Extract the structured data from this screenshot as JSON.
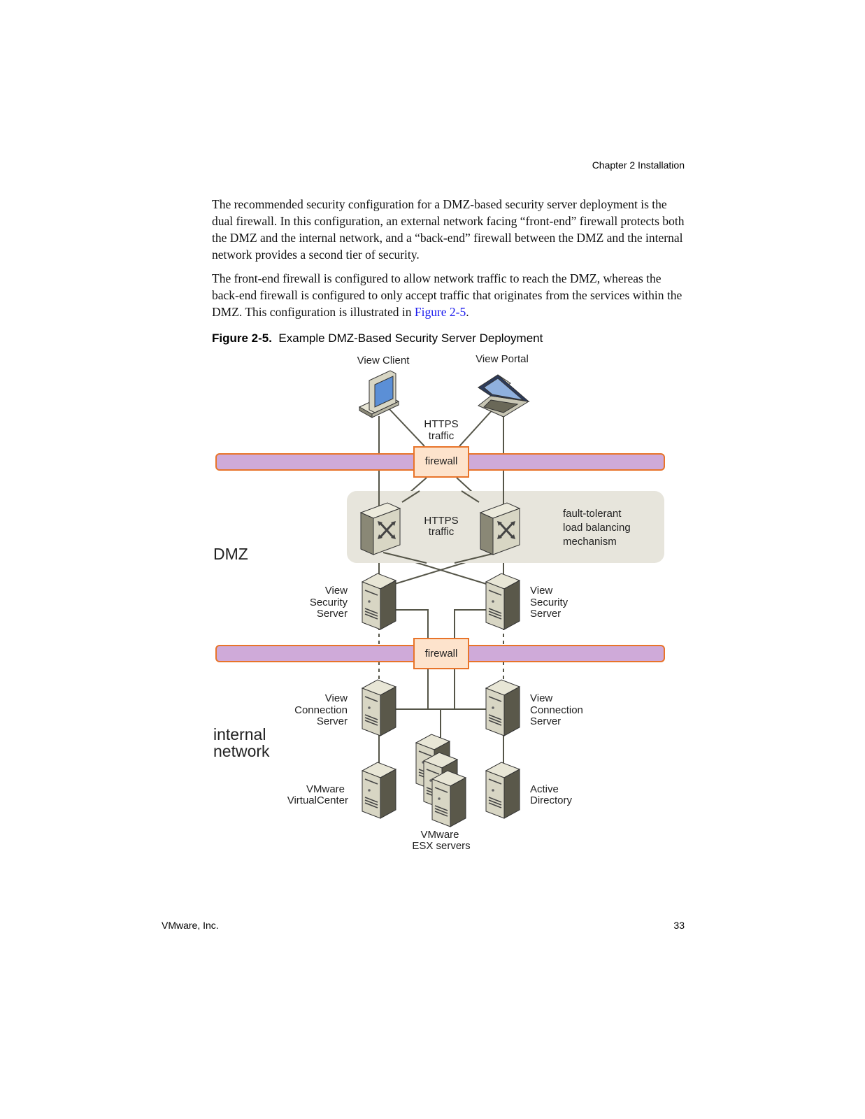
{
  "header": {
    "chapter": "Chapter 2  Installation"
  },
  "body": {
    "paragraph_1": "The recommended security configuration for a DMZ-based security server deployment is the dual firewall. In this configuration, an external network facing “front-end” firewall protects both the DMZ and the internal network, and a “back-end” firewall between the DMZ and the internal network provides a second tier of security.",
    "paragraph_2_text": "The front-end firewall is configured to allow network traffic to reach the DMZ, whereas the back-end firewall is configured to only accept traffic that originates from the services within the DMZ. This configuration is illustrated in ",
    "paragraph_2_link": "Figure 2-5",
    "paragraph_2_end": "."
  },
  "figure": {
    "caption_label": "Figure 2-5.",
    "caption_title": "Example DMZ-Based Security Server Deployment",
    "labels": {
      "view_client": "View Client",
      "view_portal": "View Portal",
      "https_top_1": "HTTPS",
      "https_top_2": "traffic",
      "firewall_front": "firewall",
      "https_mid_1": "HTTPS",
      "https_mid_2": "traffic",
      "lb_1": "fault-tolerant",
      "lb_2": "load balancing",
      "lb_3": "mechanism",
      "dmz": "DMZ",
      "vss_left_1": "View",
      "vss_left_2": "Security",
      "vss_left_3": "Server",
      "vss_right_1": "View",
      "vss_right_2": "Security",
      "vss_right_3": "Server",
      "firewall_back": "firewall",
      "vcs_left_1": "View",
      "vcs_left_2": "Connection",
      "vcs_left_3": "Server",
      "vcs_right_1": "View",
      "vcs_right_2": "Connection",
      "vcs_right_3": "Server",
      "internal_1": "internal",
      "internal_2": "network",
      "vc_1": "VMware",
      "vc_2": "VirtualCenter",
      "ad_1": "Active",
      "ad_2": "Directory",
      "esx_1": "VMware",
      "esx_2": "ESX servers"
    },
    "colors": {
      "firewall_bar": "#cfaad9",
      "firewall_border": "#e8742a",
      "firewall_box": "#fde3cc",
      "dmz_zone": "#e7e5dc",
      "server_body": "#d8d6c4",
      "server_side": "#5a584a",
      "line": "#555548"
    }
  },
  "footer": {
    "company": "VMware, Inc.",
    "page": "33"
  }
}
